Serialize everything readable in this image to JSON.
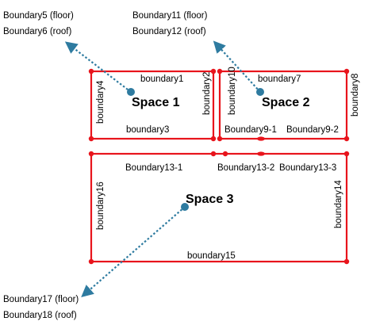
{
  "spaces": {
    "space1": "Space 1",
    "space2": "Space 2",
    "space3": "Space 3"
  },
  "boundaries": {
    "b1": "boundary1",
    "b2": "boundary2",
    "b3": "boundary3",
    "b4": "boundary4",
    "b5": "Boundary5 (floor)",
    "b6": "Boundary6 (roof)",
    "b7": "boundary7",
    "b8": "boundary8",
    "b9_1": "Boundary9-1",
    "b9_2": "Boundary9-2",
    "b10": "boundary10",
    "b11": "Boundary11 (floor)",
    "b12": "Boundary12 (roof)",
    "b13_1": "Boundary13-1",
    "b13_2": "Boundary13-2",
    "b13_3": "Boundary13-3",
    "b14": "boundary14",
    "b15": "boundary15",
    "b16": "boundary16",
    "b17": "Boundary17 (floor)",
    "b18": "Boundary18 (roof)"
  },
  "colors": {
    "wall": "#e8141c",
    "arrow": "#2e7ba0"
  }
}
